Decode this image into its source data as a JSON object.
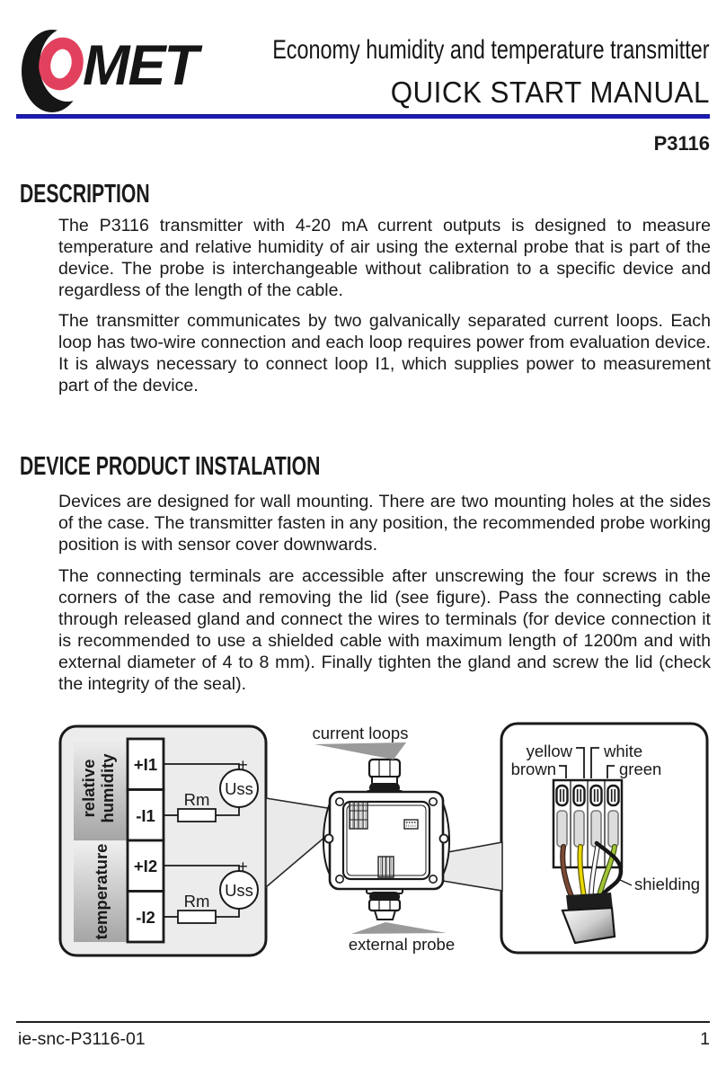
{
  "header": {
    "logo": {
      "met_text": "MET",
      "o_color": "#e2415e",
      "black": "#161616"
    },
    "subtitle": "Economy humidity and temperature transmitter",
    "title": "QUICK START MANUAL",
    "model": "P3116",
    "rule_color": "#1c1cb4"
  },
  "sections": [
    {
      "heading": "DESCRIPTION",
      "paragraphs": [
        "The P3116 transmitter with 4-20 mA current outputs is designed to measure temperature and relative humidity of air using the external probe that is part of the device. The probe is interchangeable without calibration to a specific device and regardless of the length of the cable.",
        "The transmitter communicates by two galvanically separated current loops. Each loop has two-wire connection and each loop requires power from evaluation device. It is always necessary to connect loop I1, which supplies power to measurement part of the device."
      ]
    },
    {
      "heading": "DEVICE PRODUCT INSTALATION",
      "paragraphs": [
        "Devices are designed for wall mounting. There are two mounting holes at the sides of the case. The transmitter fasten in any position, the recommended probe working position is with sensor cover downwards.",
        "The connecting terminals are accessible after unscrewing the four screws in the corners of the case and removing the lid (see figure). Pass the connecting cable through released gland and connect the wires to terminals (for device connection it is recommended to use a shielded cable with maximum length of 1200m and with external diameter of 4 to 8 mm). Finally tighten the gland and screw the lid (check the integrity of the seal)."
      ]
    }
  ],
  "figure": {
    "left_panel": {
      "channels": [
        {
          "label_line1": "relative",
          "label_line2": "humidity",
          "terminal_plus": "+I1",
          "terminal_minus": "-I1",
          "resistor_label": "Rm",
          "source_label": "Uss",
          "polarity": "+"
        },
        {
          "label_line1": "temperature",
          "label_line2": "",
          "terminal_plus": "+I2",
          "terminal_minus": "-I2",
          "resistor_label": "Rm",
          "source_label": "Uss",
          "polarity": "+"
        }
      ]
    },
    "device": {
      "top_label": "current loops",
      "bottom_label": "external probe"
    },
    "right_panel": {
      "labels": {
        "yellow": "yellow",
        "white": "white",
        "brown": "brown",
        "green": "green",
        "shielding": "shielding"
      },
      "wire_colors": {
        "brown": "#7d4a33",
        "yellow": "#ead900",
        "white": "#ffffff",
        "green": "#a3c637",
        "shielding": "#161616"
      }
    }
  },
  "footer": {
    "doc_id": "ie-snc-P3116-01",
    "page_number": "1"
  }
}
